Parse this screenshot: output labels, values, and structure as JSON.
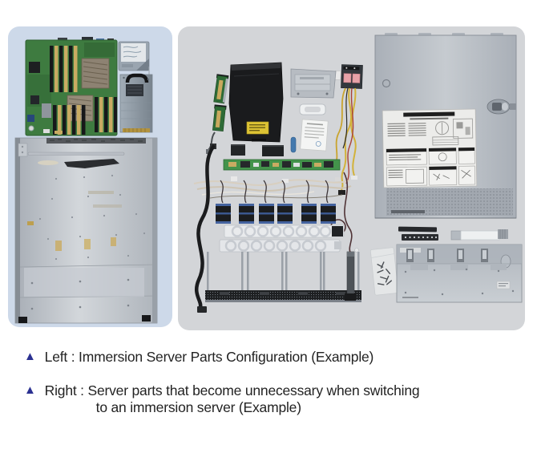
{
  "page": {
    "background": "#ffffff"
  },
  "panels": {
    "left": {
      "name": "immersion-server-parts-photo",
      "background": "#cdd9e9",
      "parts": [
        "motherboard",
        "ssd",
        "power-supply-unit",
        "server-chassis-tray"
      ]
    },
    "right": {
      "name": "unnecessary-server-parts-photo",
      "background": "#d3d5d8",
      "parts": [
        "riser-card-1",
        "riser-card-2",
        "adapter-cable",
        "air-shroud-with-warning-label",
        "mounting-bracket",
        "power-distribution-board",
        "yellow-cable-bundle",
        "handle-bracket",
        "instruction-paper",
        "blue-spacer",
        "foam-pad-1",
        "foam-pad-2",
        "front-panel-board",
        "cable-harness",
        "black-power-cable",
        "dark-signal-cable",
        "cooling-fan-x6",
        "fan-cage-rails",
        "drive-tray-x4",
        "server-top-cover",
        "service-label",
        "rail-strip-1",
        "rail-strip-2",
        "latch-bracket",
        "screw-bag",
        "rear-panel",
        "support-bracket",
        "small-clip"
      ]
    }
  },
  "captions": {
    "bullet": "▲",
    "bullet_color": "#2b3191",
    "text_color": "#232323",
    "items": [
      {
        "line1": "Left : Immersion Server Parts Configuration (Example)",
        "line2": ""
      },
      {
        "line1": "Right : Server parts that become unnecessary when switching",
        "line2": "to an immersion server (Example)"
      }
    ]
  }
}
